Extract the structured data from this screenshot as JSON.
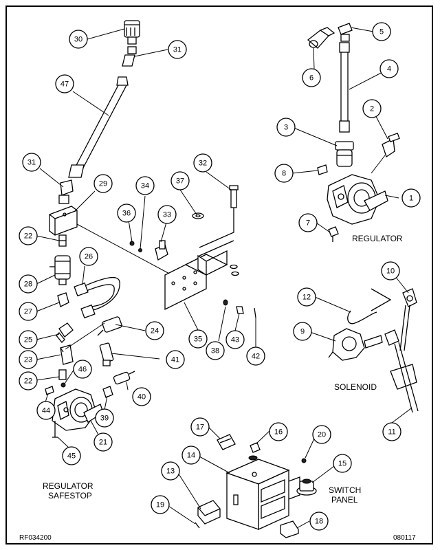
{
  "labels": {
    "regulator": "REGULATOR",
    "solenoid": "SOLENOID",
    "regulator_safestop_line1": "REGULATOR",
    "regulator_safestop_line2": "SAFESTOP",
    "switch_panel_line1": "SWITCH",
    "switch_panel_line2": "PANEL",
    "drawing_number": "RF034200",
    "date_code": "080117"
  },
  "callouts": [
    {
      "id": "1",
      "label": "1"
    },
    {
      "id": "2",
      "label": "2"
    },
    {
      "id": "3",
      "label": "3"
    },
    {
      "id": "4",
      "label": "4"
    },
    {
      "id": "5",
      "label": "5"
    },
    {
      "id": "6",
      "label": "6"
    },
    {
      "id": "7",
      "label": "7"
    },
    {
      "id": "8",
      "label": "8"
    },
    {
      "id": "9",
      "label": "9"
    },
    {
      "id": "10",
      "label": "10"
    },
    {
      "id": "11",
      "label": "11"
    },
    {
      "id": "12",
      "label": "12"
    },
    {
      "id": "13",
      "label": "13"
    },
    {
      "id": "14",
      "label": "14"
    },
    {
      "id": "15",
      "label": "15"
    },
    {
      "id": "16",
      "label": "16"
    },
    {
      "id": "17",
      "label": "17"
    },
    {
      "id": "18",
      "label": "18"
    },
    {
      "id": "19",
      "label": "19"
    },
    {
      "id": "20",
      "label": "20"
    },
    {
      "id": "21",
      "label": "21"
    },
    {
      "id": "22a",
      "label": "22"
    },
    {
      "id": "22b",
      "label": "22"
    },
    {
      "id": "23",
      "label": "23"
    },
    {
      "id": "24",
      "label": "24"
    },
    {
      "id": "25",
      "label": "25"
    },
    {
      "id": "26",
      "label": "26"
    },
    {
      "id": "27",
      "label": "27"
    },
    {
      "id": "28",
      "label": "28"
    },
    {
      "id": "29",
      "label": "29"
    },
    {
      "id": "30",
      "label": "30"
    },
    {
      "id": "31a",
      "label": "31"
    },
    {
      "id": "31b",
      "label": "31"
    },
    {
      "id": "32",
      "label": "32"
    },
    {
      "id": "33",
      "label": "33"
    },
    {
      "id": "34",
      "label": "34"
    },
    {
      "id": "35",
      "label": "35"
    },
    {
      "id": "36",
      "label": "36"
    },
    {
      "id": "37",
      "label": "37"
    },
    {
      "id": "38",
      "label": "38"
    },
    {
      "id": "39",
      "label": "39"
    },
    {
      "id": "40",
      "label": "40"
    },
    {
      "id": "41",
      "label": "41"
    },
    {
      "id": "42",
      "label": "42"
    },
    {
      "id": "43",
      "label": "43"
    },
    {
      "id": "44",
      "label": "44"
    },
    {
      "id": "45",
      "label": "45"
    },
    {
      "id": "46",
      "label": "46"
    },
    {
      "id": "47",
      "label": "47"
    }
  ]
}
